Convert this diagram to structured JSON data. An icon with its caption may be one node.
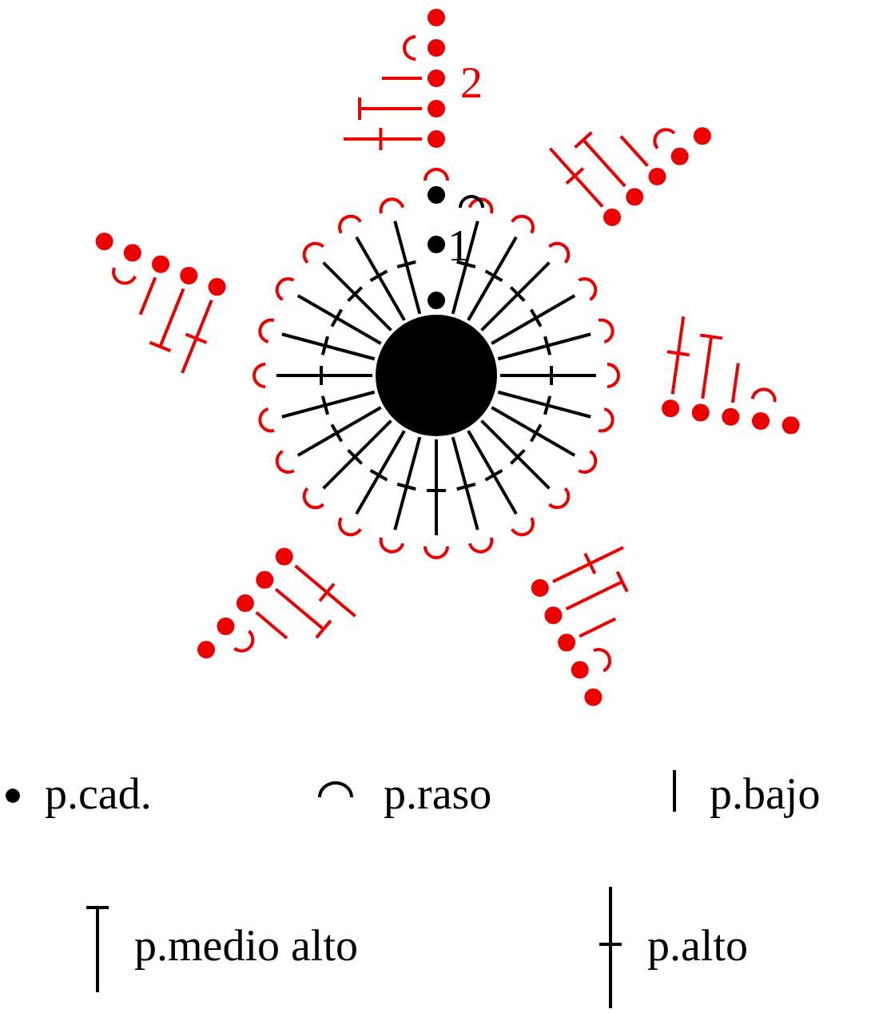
{
  "diagram": {
    "labels": [
      "2",
      "1"
    ],
    "legend": [
      {
        "text": "p.cad."
      },
      {
        "text": "p.raso"
      },
      {
        "text": "p.bajo"
      },
      {
        "text": "p.medio alto"
      },
      {
        "text": "p.alto"
      }
    ]
  }
}
